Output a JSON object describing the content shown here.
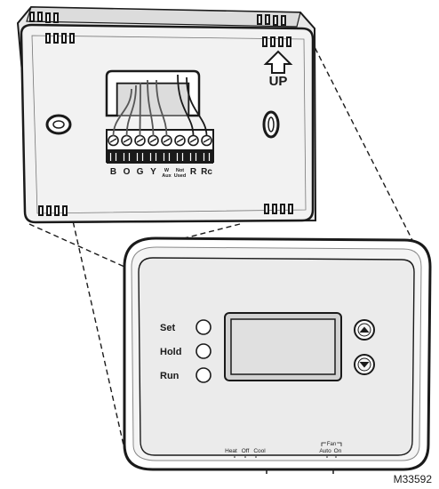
{
  "wallplate": {
    "up_label": "UP",
    "terminals": [
      {
        "label": "B",
        "wired": true
      },
      {
        "label": "O",
        "wired": true
      },
      {
        "label": "G",
        "wired": true
      },
      {
        "label": "Y",
        "wired": true
      },
      {
        "label": "W/Aux",
        "wired": true
      },
      {
        "label": "Not Used",
        "wired": false
      },
      {
        "label": "R",
        "wired": true
      },
      {
        "label": "Rc",
        "wired": true
      }
    ]
  },
  "thermostat": {
    "buttons": [
      {
        "label": "Set"
      },
      {
        "label": "Hold"
      },
      {
        "label": "Run"
      }
    ],
    "system_switch": {
      "positions": [
        "Heat",
        "Off",
        "Cool"
      ]
    },
    "fan_switch": {
      "title": "Fan",
      "positions": [
        "Auto",
        "On"
      ]
    }
  },
  "figure_id": "M33592",
  "colors": {
    "outline": "#1a1a1a",
    "plate_fill": "#f2f2f2",
    "screen_fill": "#e4e4e4",
    "wire": "#555555"
  }
}
